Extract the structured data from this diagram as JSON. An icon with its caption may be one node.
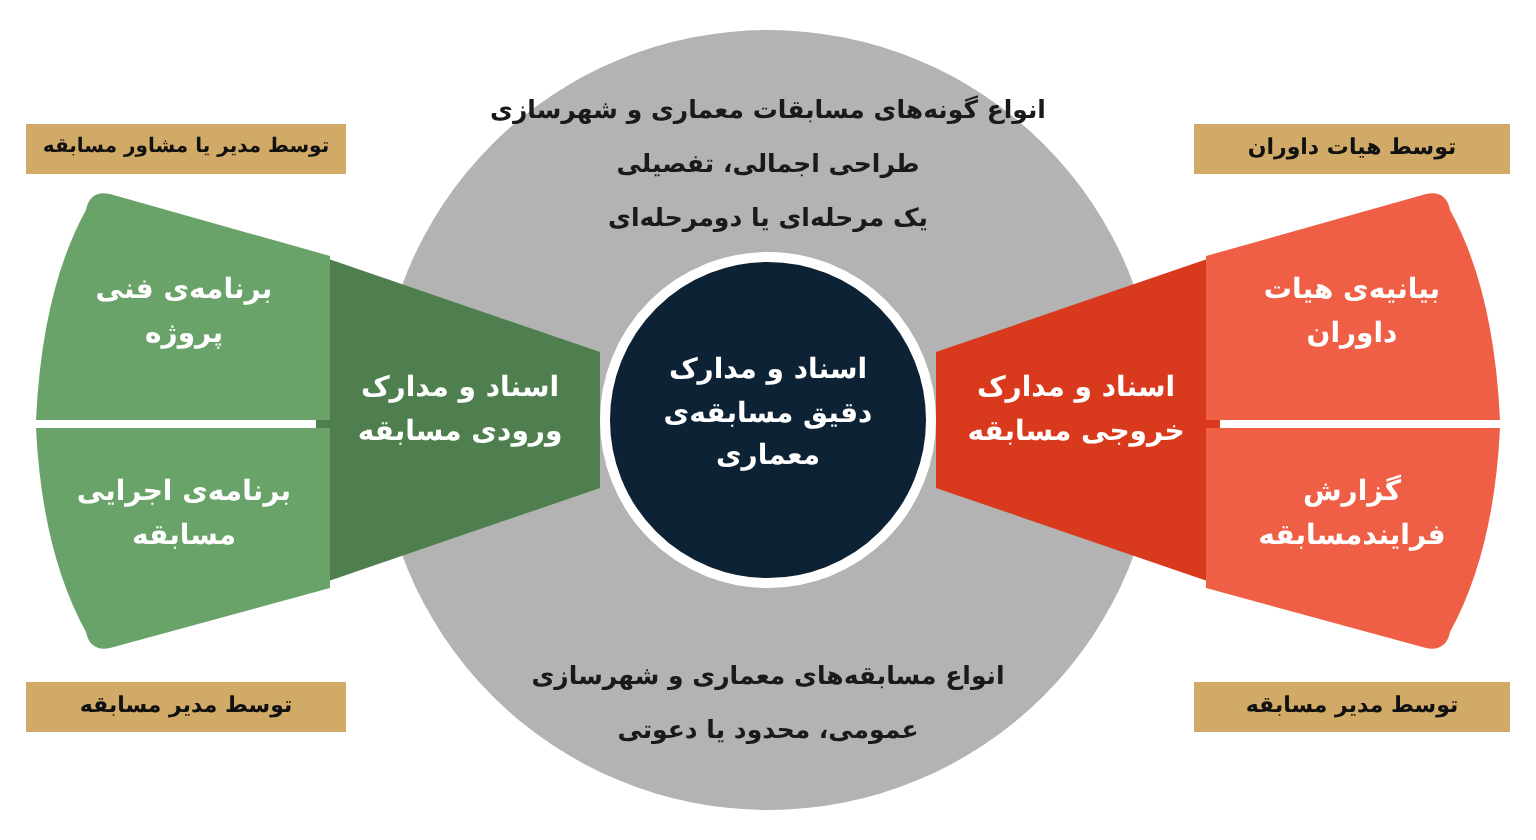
{
  "diagram": {
    "nodes": [
      {
        "text": [
          "انواع گونه‌های مسابقات معماری و شهرسازی",
          "طراحی اجمالی، تفصیلی",
          "یک مرحله‌ای یا دومرحله‌ای",
          "انواع مسابقه‌های معماری و شهرسازی",
          "عمومی، محدود یا دعوتی"
        ]
      },
      {
        "text": [
          "اسناد و مدارک دقیق مسابقه‌ی معماری"
        ],
        "in": 0
      },
      {
        "text": [
          "اسناد و مدارک ورودی مسابقه"
        ]
      },
      {
        "text": [
          "برنامه‌ی فنی پروژه"
        ]
      },
      {
        "text": [
          "برنامه‌ی اجرایی مسابقه"
        ]
      },
      {
        "text": [
          "اسناد و مدارک خروجی مسابقه"
        ]
      },
      {
        "text": [
          "بیانیه‌ی هیات داوران"
        ]
      },
      {
        "text": [
          "گزارش فرایندمسابقه"
        ]
      },
      {
        "text": [
          "توسط مدیر یا مشاور مسابقه"
        ]
      },
      {
        "text": [
          "توسط هیات داوران"
        ]
      },
      {
        "text": [
          "توسط مدیر مسابقه"
        ]
      },
      {
        "text": [
          "توسط مدیر مسابقه"
        ]
      }
    ]
  }
}
